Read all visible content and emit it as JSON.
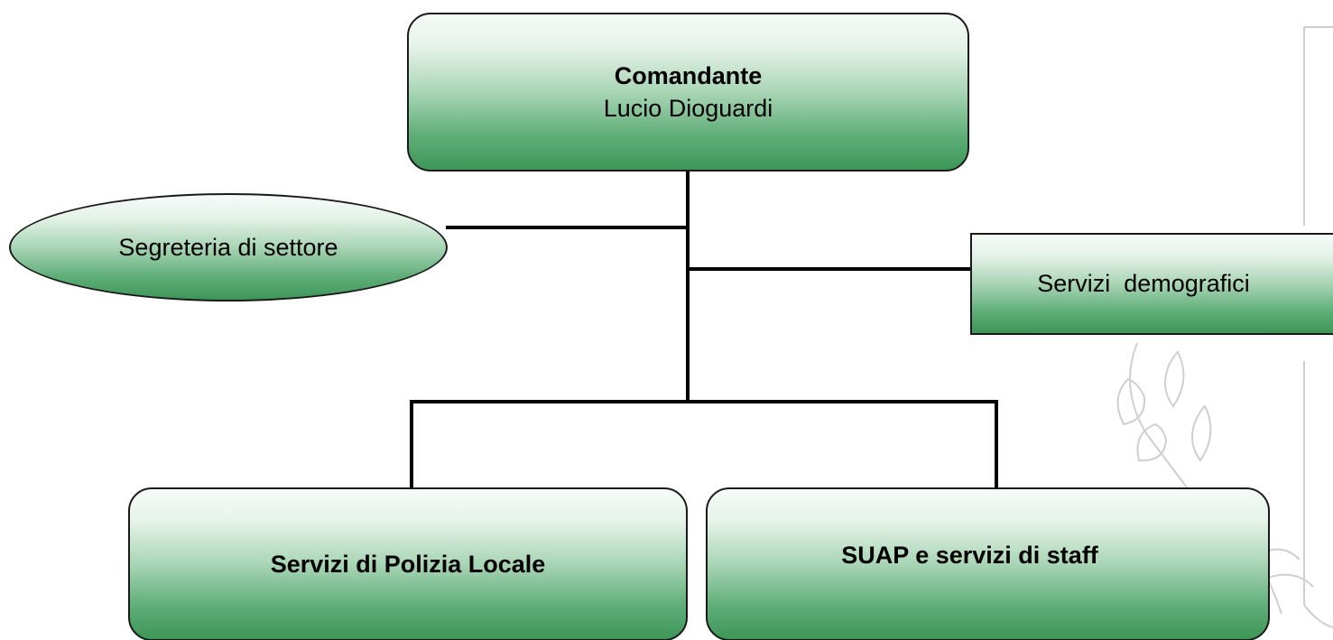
{
  "org_chart": {
    "head": {
      "role": "Comandante",
      "name": "Lucio Dioguardi"
    },
    "staff_left": {
      "label": "Segreteria di settore"
    },
    "staff_right": {
      "label": "Servizi  demografici"
    },
    "units": [
      {
        "label": "Servizi di Polizia Locale"
      },
      {
        "label": "SUAP e servizi di staff"
      }
    ]
  },
  "colors": {
    "box_fill_light": "#f6fbf7",
    "box_fill_dark": "#3d9658",
    "line": "#000000",
    "watermark": "#cfcfcf"
  }
}
